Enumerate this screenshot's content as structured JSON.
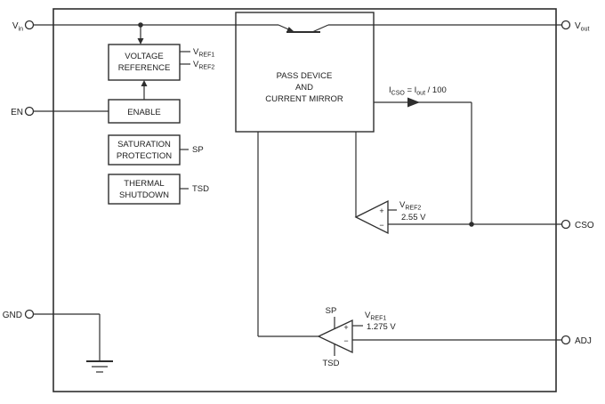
{
  "diagram": {
    "pins": {
      "vin": {
        "name": "V",
        "sub": "in"
      },
      "vout": {
        "name": "V",
        "sub": "out"
      },
      "en": "EN",
      "gnd": "GND",
      "cso": "CSO",
      "adj": "ADJ"
    },
    "blocks": {
      "voltage_reference": {
        "line1": "VOLTAGE",
        "line2": "REFERENCE"
      },
      "enable": "ENABLE",
      "saturation_protection": {
        "line1": "SATURATION",
        "line2": "PROTECTION"
      },
      "thermal_shutdown": {
        "line1": "THERMAL",
        "line2": "SHUTDOWN"
      },
      "pass_device": {
        "line1": "PASS DEVICE",
        "line2": "AND",
        "line3": "CURRENT MIRROR"
      }
    },
    "labels": {
      "vref1": {
        "name": "V",
        "sub": "REF1"
      },
      "vref2": {
        "name": "V",
        "sub": "REF2"
      },
      "sp": "SP",
      "tsd": "TSD"
    },
    "icso": {
      "p1": "I",
      "p2": "CSO",
      "p3": " = I",
      "p4": "out",
      "p5": " / 100"
    },
    "cso_comparator": {
      "plus": "+",
      "minus": "−",
      "value": "2.55 V"
    },
    "adj_comparator": {
      "plus": "+",
      "minus": "−",
      "value": "1.275 V"
    }
  }
}
